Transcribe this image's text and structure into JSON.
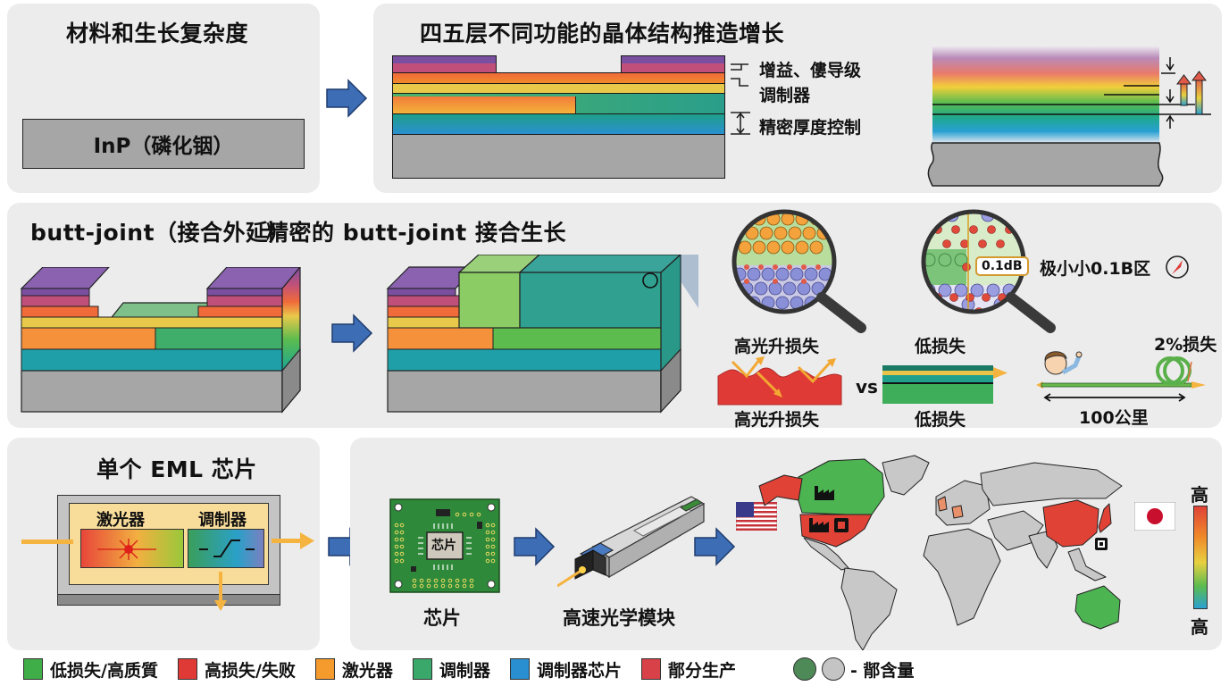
{
  "panels": {
    "materials": {
      "title": "材料和生长复杂度",
      "substrate_label": "InP（磷化铟）"
    },
    "layers": {
      "title": "四五层不同功能的晶体结构推造增长",
      "annotations": [
        "增益、僂导级",
        "调制器",
        "精密厚度控制"
      ]
    },
    "butt_joint": {
      "title": "butt-joint（接合外延）"
    },
    "precise_growth": {
      "title": "精密的 butt-joint 接合生长"
    },
    "loss": {
      "magnifier_badge": "0.1dB",
      "tiny_loss_label": "极小小0.1B区",
      "high_loss_top": "高光升损失",
      "low_loss_top": "低损失",
      "high_loss_bottom": "高光升损失",
      "low_loss_bottom": "低损失",
      "vs": "vs",
      "fiber_loss": "2%损失",
      "fiber_distance": "100公里"
    },
    "eml": {
      "title": "单个 EML 芯片",
      "laser_label": "激光器",
      "modulator_label": "调制器"
    },
    "supply": {
      "chip_label": "芯片",
      "chip_die_text": "芯片",
      "module_label": "高速光学模块",
      "scale_top": "高",
      "scale_bottom": "高"
    }
  },
  "legend": [
    {
      "label": "低损失/高质質",
      "color": "#3fae49"
    },
    {
      "label": "高损失/失败",
      "color": "#e03a36"
    },
    {
      "label": "激光器",
      "color": "#f59a2c"
    },
    {
      "label": "调制器",
      "color": "#3aa86b"
    },
    {
      "label": "调制器芯片",
      "color": "#2a8fd0"
    },
    {
      "label": "鄁分生产",
      "color": "#d94148"
    }
  ],
  "legend_circles": {
    "colors": [
      "#4e8a57",
      "#c4c4c4"
    ],
    "label": "- 鄁含量"
  },
  "colors": {
    "arrow_blue": "#3d6db5",
    "light_orange": "#f5b33f",
    "substrate_gray": "#a6a6a6",
    "map_gray": "#c8c8c8",
    "map_red": "#e04236",
    "map_green": "#4db452"
  }
}
